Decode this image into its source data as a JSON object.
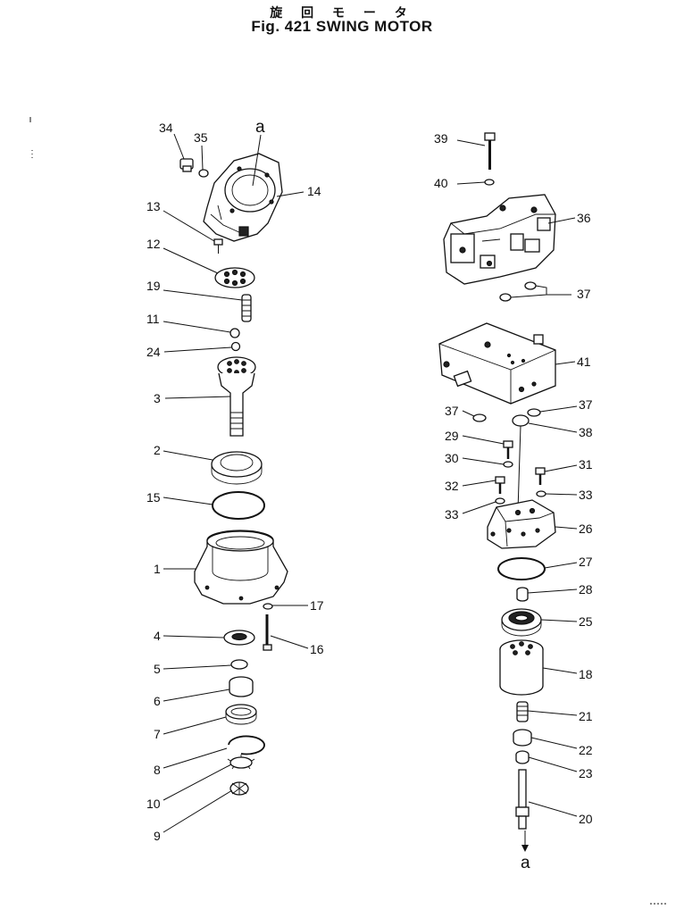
{
  "header": {
    "title_jp": "旋 回 モ ー タ",
    "title_en": "Fig. 421  SWING  MOTOR"
  },
  "callouts": {
    "a_top": "a",
    "a_bottom": "a",
    "p1": "1",
    "p2": "2",
    "p3": "3",
    "p4": "4",
    "p5": "5",
    "p6": "6",
    "p7": "7",
    "p8": "8",
    "p9": "9",
    "p10": "10",
    "p11": "11",
    "p12": "12",
    "p13": "13",
    "p14": "14",
    "p15": "15",
    "p16": "16",
    "p17": "17",
    "p18": "18",
    "p19": "19",
    "p20": "20",
    "p21": "21",
    "p22": "22",
    "p23": "23",
    "p24": "24",
    "p25": "25",
    "p26": "26",
    "p27": "27",
    "p28": "28",
    "p29": "29",
    "p30": "30",
    "p31": "31",
    "p32": "32",
    "p33a": "33",
    "p33b": "33",
    "p34": "34",
    "p35": "35",
    "p36": "36",
    "p37a": "37",
    "p37b": "37",
    "p37c": "37",
    "p38": "38",
    "p39": "39",
    "p40": "40",
    "p41": "41"
  }
}
